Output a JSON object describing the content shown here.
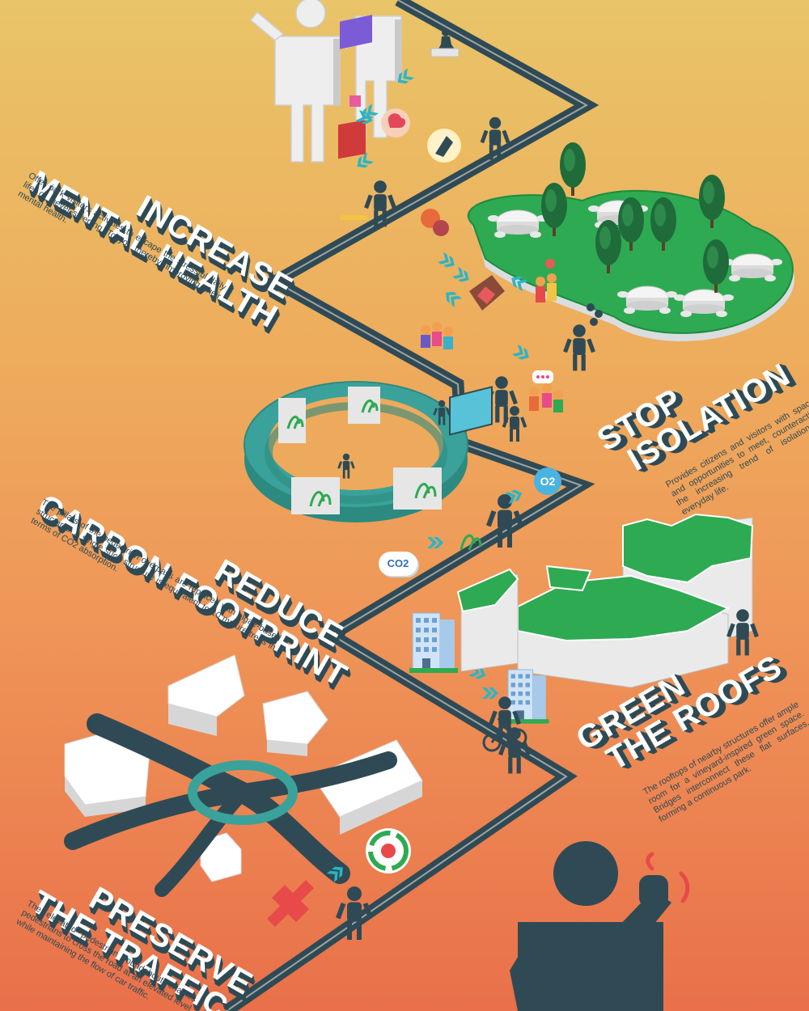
{
  "sections": [
    {
      "id": "mental",
      "title_line1": "INCREASE",
      "title_line2": "MENTAL HEALTH",
      "body": "Offer park visitors activities to escape the stressful daily life of never-sleeping Tokyo, thereby improving their mental health."
    },
    {
      "id": "isolation",
      "title_line1": "STOP",
      "title_line2": "ISOLATION",
      "body": "Provides citizens and visitors with space and opportunities to meet, counteracting the increasing trend of isolation in everyday life."
    },
    {
      "id": "carbon",
      "title_line1": "REDUCE",
      "title_line2": "CARBON FOOTPRINT",
      "body": "The pillars of the pedestrian overpass are replaced with algae-based structures. A single such structure is equivalent to 10 mature trees in terms of CO2 absorption."
    },
    {
      "id": "roofs",
      "title_line1": "GREEN",
      "title_line2": "THE ROOFS",
      "body": "The rooftops of nearby structures offer ample room for a vineyard-inspired green space. Bridges interconnect these flat surfaces, forming a continuous park."
    },
    {
      "id": "traffic",
      "title_line1": "PRESERVE",
      "title_line2": "THE TRAFFIC",
      "body": "The elevated pedestrian roundabout enables pedestrians to cross the road at an elevated level while maintaining the flow of car traffic."
    }
  ],
  "badges": {
    "o2": "O2",
    "co2": "CO2"
  },
  "colors": {
    "path": "#2f4a55",
    "green": "#2eaa52",
    "tree": "#1f6b3a",
    "teal": "#3aa29a",
    "white": "#f4f4f4"
  },
  "icons": [
    "person-icon",
    "wave-person-icon",
    "tree-icon",
    "table-icon",
    "building-icon",
    "chess-icon",
    "brain-icon",
    "bicycle-icon",
    "recycle-icon",
    "cross-icon",
    "arrow-icon"
  ]
}
